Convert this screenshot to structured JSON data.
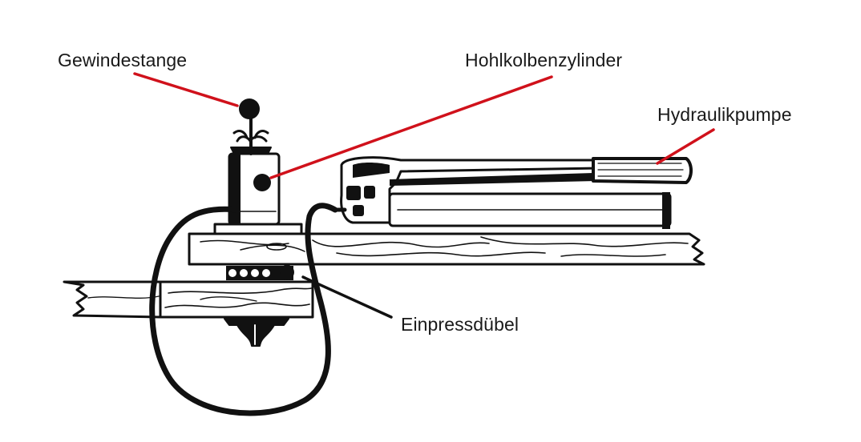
{
  "labels": {
    "threaded_rod": "Gewindestange",
    "hollow_cylinder": "Hohlkolbenzylinder",
    "hydraulic_pump": "Hydraulikpumpe",
    "press_dowel": "Einpressdübel"
  },
  "colors": {
    "leader_line": "#d0111b",
    "ink": "#111111",
    "background": "#ffffff"
  }
}
